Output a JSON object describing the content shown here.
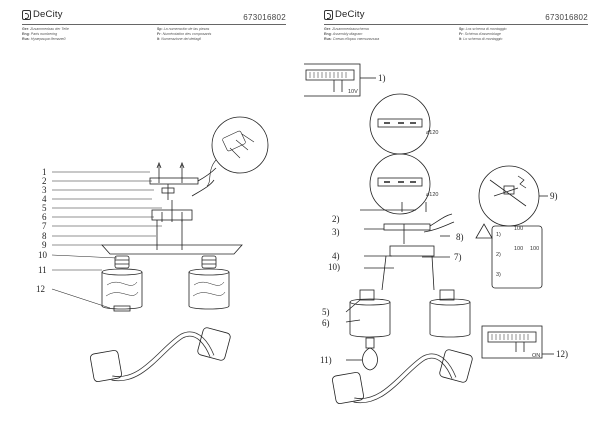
{
  "left_page": {
    "brand": "DeCity",
    "product_code": "673016802",
    "languages": [
      {
        "code": "Ger",
        "text": "Zusammenbau der Teile"
      },
      {
        "code": "Sp",
        "text": "La numeración de las piezas"
      },
      {
        "code": "Eng",
        "text": "Parts numbering"
      },
      {
        "code": "Fr",
        "text": "Numérotation des composants"
      },
      {
        "code": "Rus",
        "text": "Нумерация деталей"
      },
      {
        "code": "It",
        "text": "Numerazione dei dettagli"
      }
    ],
    "part_numbers": [
      "1",
      "2",
      "3",
      "4",
      "5",
      "6",
      "7",
      "8",
      "9",
      "10",
      "11",
      "12"
    ]
  },
  "right_page": {
    "brand": "DeCity",
    "product_code": "673016802",
    "languages": [
      {
        "code": "Ger",
        "text": "Zusammenbauschema"
      },
      {
        "code": "Sp",
        "text": "Los schema di montaggio"
      },
      {
        "code": "Eng",
        "text": "Assembly diagram"
      },
      {
        "code": "Fr",
        "text": "Schéma d'assemblage"
      },
      {
        "code": "Rus",
        "text": "Схема сборки светильника"
      },
      {
        "code": "It",
        "text": "Lo schema di montaggio"
      }
    ],
    "step_labels": [
      "1)",
      "2)",
      "3)",
      "4)",
      "5)",
      "6)",
      "7)",
      "8)",
      "9)",
      "10)",
      "11)",
      "12)"
    ],
    "diameter_labels": [
      "⌀120",
      "⌀120"
    ],
    "voltage_labels": [
      "10V",
      "ON"
    ],
    "box_labels": [
      "1)",
      "2)",
      "3)",
      "100",
      "100",
      "100"
    ]
  }
}
